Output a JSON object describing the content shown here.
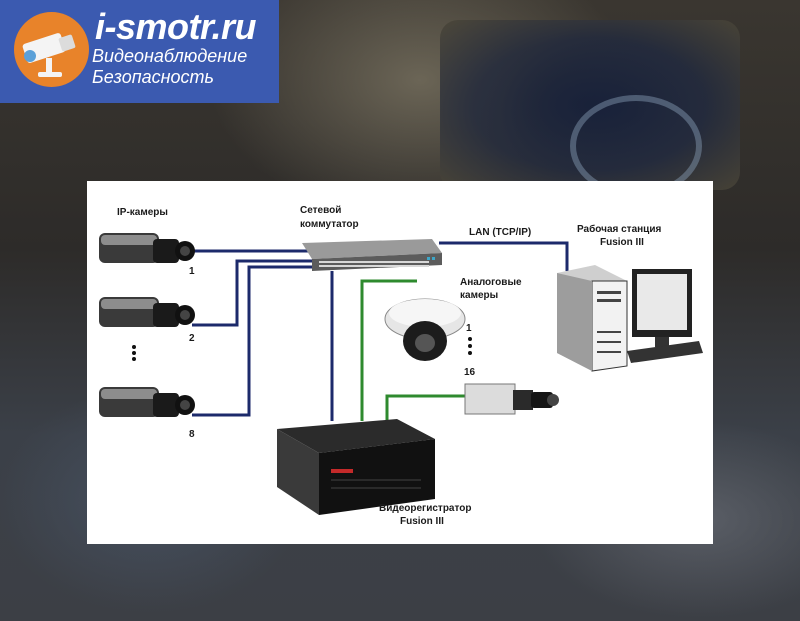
{
  "logo": {
    "title": "i-smotr.ru",
    "subtitle": "Видеонаблюдение",
    "tagline": "Безопасность"
  },
  "diagram": {
    "ip_cameras_title": "IP-камеры",
    "ip_camera_numbers": [
      "1",
      "2",
      "8"
    ],
    "switch_label_1": "Сетевой",
    "switch_label_2": "коммутатор",
    "lan_label": "LAN (TCP/IP)",
    "workstation_label_1": "Рабочая станция",
    "workstation_label_2": "Fusion III",
    "analog_label_1": "Аналоговые",
    "analog_label_2": "камеры",
    "analog_numbers": [
      "1",
      "16"
    ],
    "recorder_label_1": "Видеорегистратор",
    "recorder_label_2": "Fusion III",
    "colors": {
      "network_line": "#1c2a6b",
      "coax_line": "#2e8a2e",
      "background_panel": "#ffffff"
    }
  }
}
